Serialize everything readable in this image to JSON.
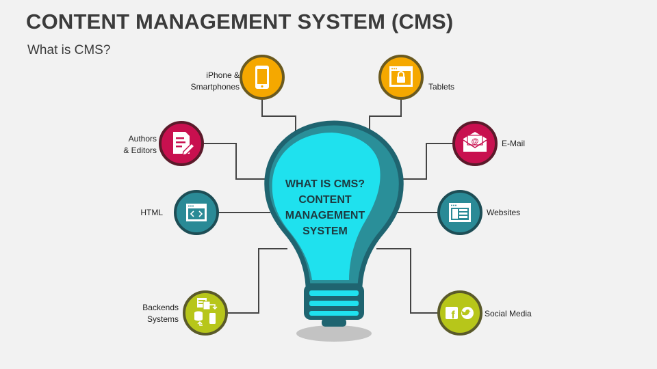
{
  "header": {
    "title": "CONTENT MANAGEMENT SYSTEM (CMS)",
    "subtitle": "What is CMS?"
  },
  "center": {
    "lines": [
      "WHAT IS CMS?",
      "CONTENT",
      "MANAGEMENT",
      "SYSTEM"
    ]
  },
  "nodes": {
    "iphone": {
      "label_line1": "iPhone &",
      "label_line2": "Smartphones",
      "icon": "smartphone-icon",
      "color": "#f5a800"
    },
    "tablets": {
      "label": "Tablets",
      "icon": "tablet-lock-icon",
      "color": "#f5a800"
    },
    "authors": {
      "label_line1": "Authors",
      "label_line2": "& Editors",
      "icon": "document-edit-icon",
      "color": "#c8104f"
    },
    "email": {
      "label": "E-Mail",
      "icon": "envelope-icon",
      "color": "#c8104f"
    },
    "html": {
      "label": "HTML",
      "icon": "code-window-icon",
      "color": "#2a8a96"
    },
    "websites": {
      "label": "Websites",
      "icon": "browser-window-icon",
      "color": "#2a8a96"
    },
    "backends": {
      "label_line1": "Backends",
      "label_line2": "Systems",
      "icon": "data-transfer-icon",
      "color": "#b7c61a"
    },
    "social": {
      "label": "Social Media",
      "icon": "facebook-twitter-icon",
      "color": "#b7c61a"
    }
  },
  "colors": {
    "bulb_fill": "#1fe1ee",
    "bulb_outline": "#1f6470",
    "bulb_shade": "#2a8f99",
    "connector": "#444444",
    "ring": "#5a5a2a"
  }
}
